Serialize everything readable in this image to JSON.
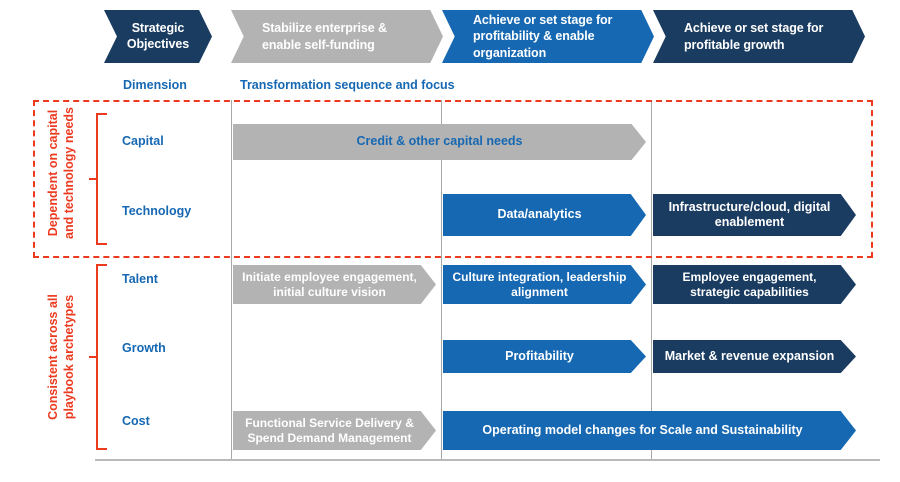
{
  "colors": {
    "navy": "#1b3c61",
    "blue": "#1668b3",
    "gray": "#b3b3b3",
    "red": "#ec3a1f",
    "white": "#ffffff",
    "divider": "#a8a8a8"
  },
  "header": {
    "stages": [
      {
        "label": "Strategic\nObjectives",
        "fill": "navy",
        "text_color": "white",
        "align": "center"
      },
      {
        "label": "Stabilize enterprise &\nenable  self-funding",
        "fill": "gray",
        "text_color": "white",
        "align": "left"
      },
      {
        "label": "Achieve or set stage for\nprofitability & enable\norganization",
        "fill": "blue",
        "text_color": "white",
        "align": "left"
      },
      {
        "label": "Achieve or set stage for\nprofitable growth",
        "fill": "navy",
        "text_color": "white",
        "align": "left"
      }
    ]
  },
  "column_labels": {
    "dimension": "Dimension",
    "sequence": "Transformation sequence and focus"
  },
  "groups": [
    {
      "label": "Dependent on capital\nand technology needs",
      "enclosure": "dashed"
    },
    {
      "label": "Consistent across all\nplaybook archetypes",
      "enclosure": "bracket"
    }
  ],
  "rows": [
    {
      "dimension": "Capital",
      "arrows": [
        {
          "label": "Credit & other capital needs",
          "fill": "gray",
          "text_color": "blue"
        }
      ]
    },
    {
      "dimension": "Technology",
      "arrows": [
        {
          "label": "Data/analytics",
          "fill": "blue",
          "text_color": "white"
        },
        {
          "label": "Infrastructure/cloud, digital\nenablement",
          "fill": "navy",
          "text_color": "white"
        }
      ]
    },
    {
      "dimension": "Talent",
      "arrows": [
        {
          "label": "Initiate employee engagement,\ninitial culture vision",
          "fill": "gray",
          "text_color": "white"
        },
        {
          "label": "Culture integration, leadership\nalignment",
          "fill": "blue",
          "text_color": "white"
        },
        {
          "label": "Employee engagement,\nstrategic capabilities",
          "fill": "navy",
          "text_color": "white"
        }
      ]
    },
    {
      "dimension": "Growth",
      "arrows": [
        {
          "label": "Profitability",
          "fill": "blue",
          "text_color": "white"
        },
        {
          "label": "Market & revenue expansion",
          "fill": "navy",
          "text_color": "white"
        }
      ]
    },
    {
      "dimension": "Cost",
      "arrows": [
        {
          "label": "Functional Service Delivery &\nSpend Demand Management",
          "fill": "gray",
          "text_color": "white"
        },
        {
          "label": "Operating model changes for Scale and Sustainability",
          "fill": "blue",
          "text_color": "white"
        }
      ]
    }
  ]
}
